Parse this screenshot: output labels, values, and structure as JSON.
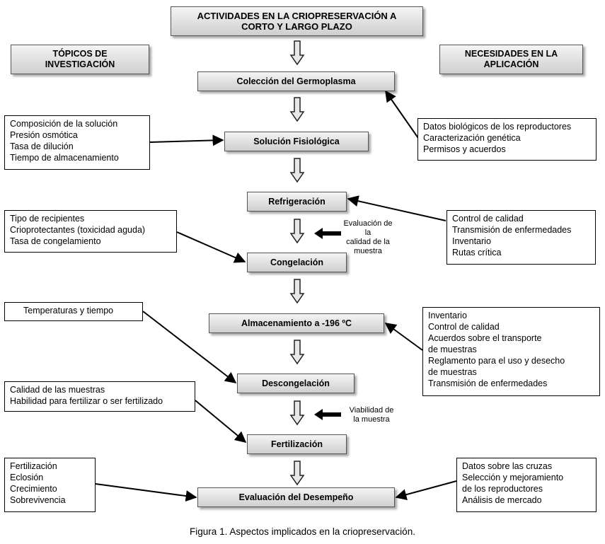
{
  "header": {
    "main_line1": "ACTIVIDADES EN LA CRIOPRESERVACIÓN A",
    "main_line2": "CORTO Y LARGO PLAZO",
    "left_line1": "TÓPICOS DE",
    "left_line2": "INVESTIGACIÓN",
    "right_line1": "NECESIDADES EN LA",
    "right_line2": "APLICACIÓN"
  },
  "steps": [
    "Colección del Germoplasma",
    "Solución Fisiológica",
    "Refrigeración",
    "Congelación",
    "Almacenamiento a -196 ºC",
    "Descongelación",
    "Fertilización",
    "Evaluación del Desempeño"
  ],
  "left_boxes": [
    [
      "Composición de la solución",
      "Presión osmótica",
      "Tasa de dilución",
      "Tiempo de almacenamiento"
    ],
    [
      "Tipo de recipientes",
      "Crioprotectantes (toxicidad aguda)",
      "Tasa de congelamiento"
    ],
    [
      "Temperaturas y tiempo"
    ],
    [
      "Calidad de las muestras",
      "Habilidad para fertilizar o ser fertilizado"
    ],
    [
      "Fertilización",
      "Eclosión",
      "Crecimiento",
      "Sobrevivencia"
    ]
  ],
  "right_boxes": [
    [
      "Datos biológicos de los reproductores",
      "Caracterización genética",
      "Permisos y acuerdos"
    ],
    [
      "Control de calidad",
      "Transmisión de enfermedades",
      "Inventario",
      "Rutas crítica"
    ],
    [
      "Inventario",
      "Control de calidad",
      "Acuerdos sobre el transporte",
      "de muestras",
      "Reglamento para el uso y desecho",
      "de muestras",
      "Transmisión de enfermedades"
    ],
    [
      "Datos sobre las cruzas",
      "Selección y  mejoramiento",
      "de los reproductores",
      "Análisis de mercado"
    ]
  ],
  "notes": {
    "quality_line1": "Evaluación de la",
    "quality_line2": "calidad de la",
    "quality_line3": "muestra",
    "viability_line1": "Viabilidad de",
    "viability_line2": "la muestra"
  },
  "caption": "Figura 1. Aspectos implicados en la criopreservación."
}
